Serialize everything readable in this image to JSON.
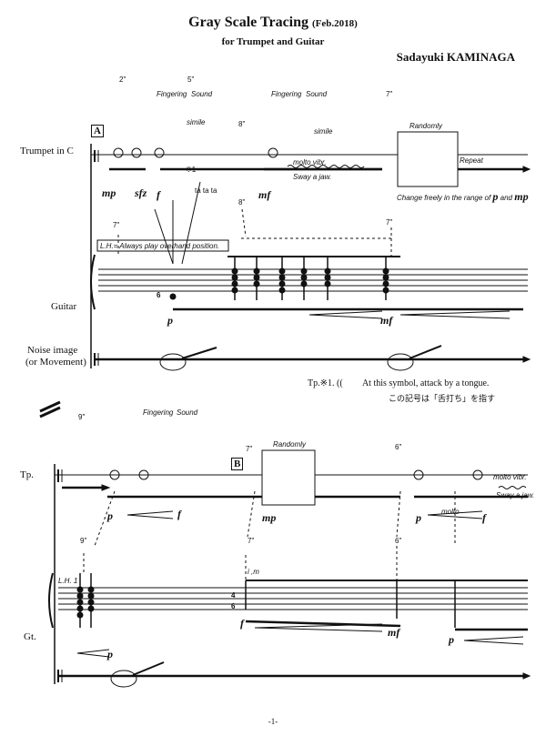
{
  "header": {
    "title": "Gray Scale Tracing",
    "date": "(Feb.2018)",
    "subtitle": "for Trumpet and Guitar",
    "composer": "Sadayuki KAMINAGA"
  },
  "system1": {
    "instruments": [
      "Trumpet in C",
      "Guitar",
      "Noise image",
      "(or Movement)"
    ],
    "rehearsal_mark": "A",
    "durations": [
      "2\"",
      "5\"",
      "8\"",
      "7\"",
      "7\"",
      "8\"",
      "7\""
    ],
    "fingering_label": "Fingering",
    "sound_label": "Sound",
    "simile": "simile",
    "randomly": "Randomly",
    "molto_vibr": "molto vibr.",
    "sway": "Sway a jaw.",
    "repeat": "Repeat",
    "change_freely": "Change freely in the range of",
    "dyn_p": "p",
    "dyn_and": "and",
    "dyn_mp": "mp",
    "lh_note": "L.H.= Always play overhand position.",
    "tongue_mark": "※1",
    "tongue_syll": "ta ta ta",
    "guitar_string": "6",
    "dynamics_tp": [
      "mp",
      "sfz",
      "f",
      "mf"
    ],
    "dynamics_gt": [
      "p",
      "mf"
    ]
  },
  "footnote": {
    "ref": "Tp.※1.",
    "english": "At this symbol, attack by a tongue.",
    "japanese": "この記号は「舌打ち」を指す"
  },
  "system2": {
    "instruments": [
      "Tp.",
      "Gt."
    ],
    "rehearsal_mark": "B",
    "durations": [
      "9\"",
      "7\"",
      "6\"",
      "9\"",
      "7\"",
      "6\""
    ],
    "fingering_label": "Fingering",
    "sound_label": "Sound",
    "randomly": "Randomly",
    "molto_vibr": "molto vibr.",
    "sway": "Sway a jaw.",
    "molto": "molto",
    "lh": "L.H. 1",
    "im": "i ,m",
    "strings": [
      "4",
      "6"
    ],
    "dynamics_tp": [
      "p",
      "f",
      "mp",
      "p",
      "f"
    ],
    "dynamics_gt": [
      "f",
      "mf",
      "p",
      "p"
    ]
  },
  "footer": {
    "page": "-1-"
  }
}
